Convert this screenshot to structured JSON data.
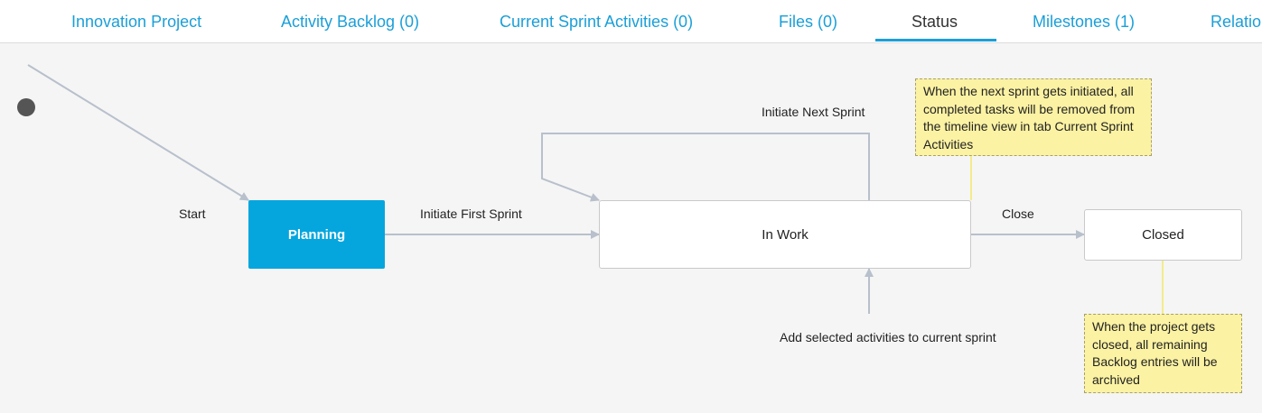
{
  "tabs": [
    {
      "label": "Innovation Project",
      "active": false
    },
    {
      "label": "Activity Backlog (0)",
      "active": false
    },
    {
      "label": "Current Sprint Activities (0)",
      "active": false
    },
    {
      "label": "Files (0)",
      "active": false
    },
    {
      "label": "Status",
      "active": true
    },
    {
      "label": "Milestones (1)",
      "active": false
    },
    {
      "label": "Relatio",
      "active": false
    }
  ],
  "states": {
    "planning": "Planning",
    "in_work": "In Work",
    "closed": "Closed"
  },
  "transitions": {
    "start": "Start",
    "initiate_first_sprint": "Initiate First Sprint",
    "initiate_next_sprint": "Initiate Next Sprint",
    "close": "Close",
    "add_selected": "Add selected activities to current sprint"
  },
  "notes": {
    "next_sprint": "When the next sprint gets initiated, all completed tasks will be removed from the timeline view in tab Current Sprint Activities",
    "closed": "When the project gets closed, all remaining Backlog entries will be archived"
  },
  "colors": {
    "accent": "#05a6de",
    "tab_link": "#1a9fd8",
    "note_bg": "#fbf2a3",
    "connector": "#b8c0cc"
  }
}
